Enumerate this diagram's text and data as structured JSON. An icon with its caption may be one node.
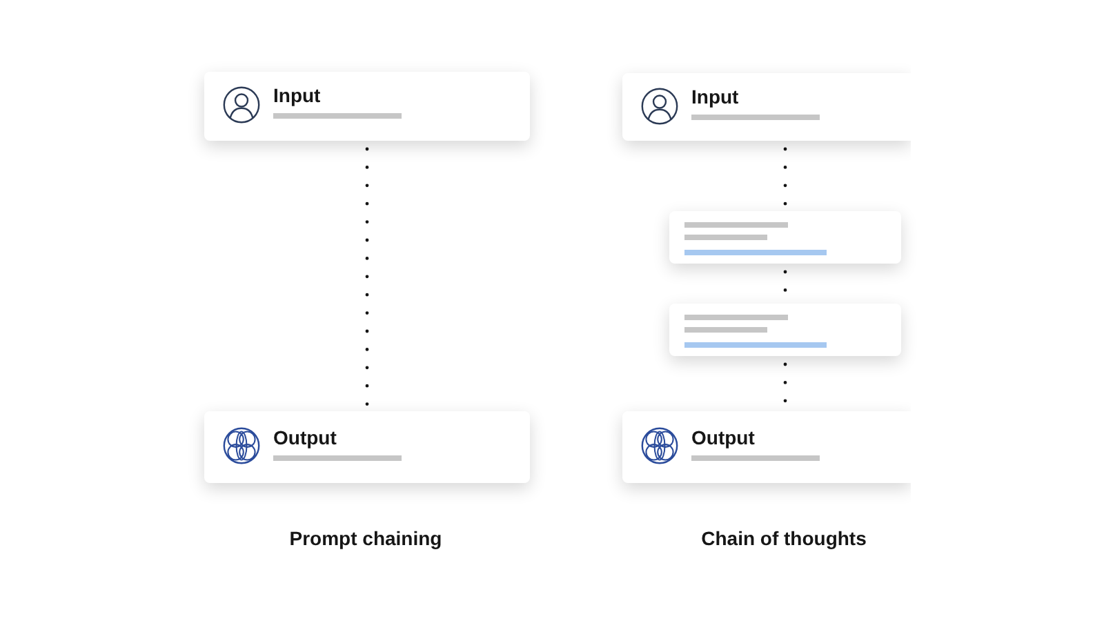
{
  "diagram": {
    "nodes": [
      {
        "text": [
          "Input"
        ]
      },
      {
        "text": [
          "Output"
        ]
      },
      {
        "text": [
          "Input"
        ]
      },
      {
        "text": [],
        "shape": "box"
      },
      {
        "text": [],
        "shape": "box"
      },
      {
        "text": [
          "Output"
        ]
      }
    ],
    "edges": [
      {
        "from": 0,
        "to": 1,
        "arrow": "none"
      },
      {
        "from": 2,
        "to": 3,
        "arrow": "none"
      },
      {
        "from": 3,
        "to": 4,
        "arrow": "none"
      },
      {
        "from": 4,
        "to": 5,
        "arrow": "none"
      }
    ],
    "labels": [
      "Prompt chaining",
      "Chain of thoughts"
    ]
  }
}
